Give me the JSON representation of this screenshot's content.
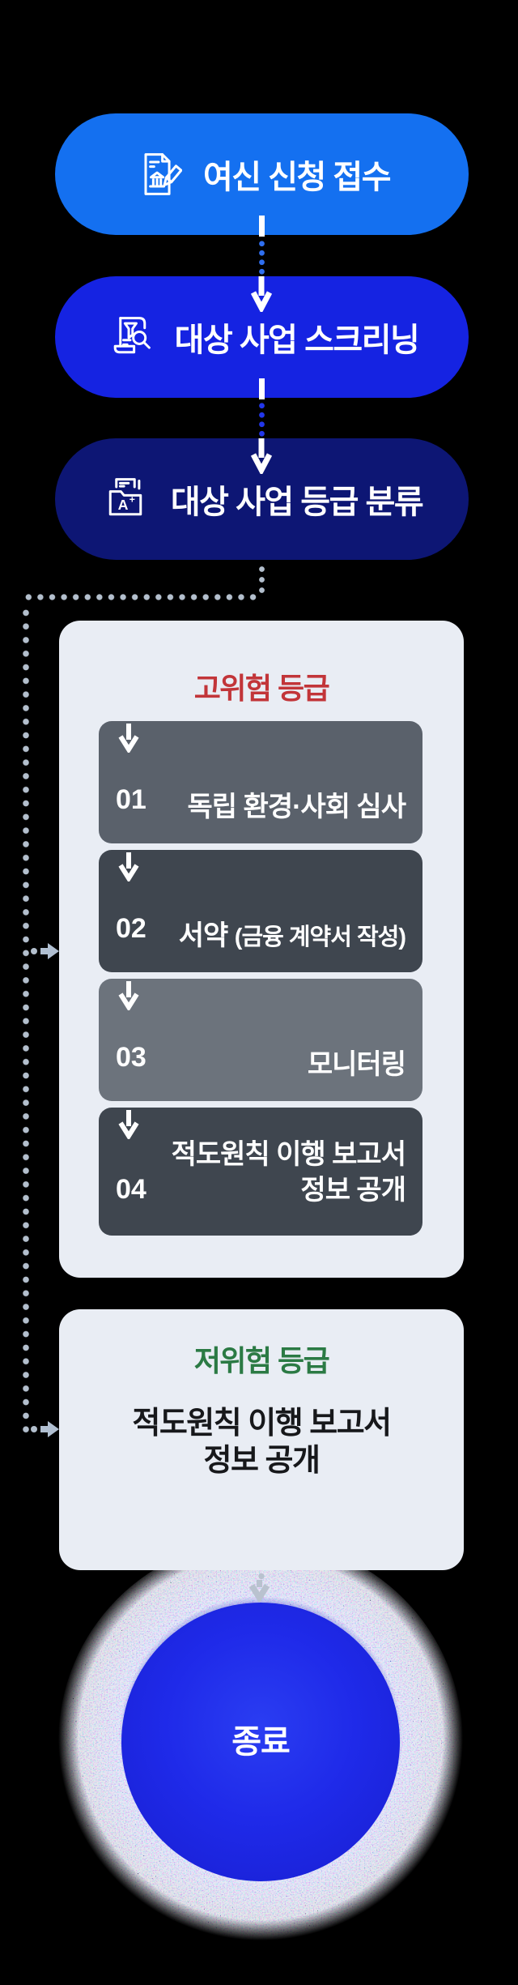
{
  "diagram": {
    "background_color": "#000000",
    "steps": [
      {
        "label": "여신 신청 접수",
        "icon": "document-bank-pencil-icon",
        "color": "#1470f0"
      },
      {
        "label": "대상 사업 스크리닝",
        "icon": "scroll-filter-magnifier-icon",
        "color": "#1523e2"
      },
      {
        "label": "대상 사업 등급 분류",
        "icon": "folder-grade-a-plus-icon",
        "color": "#0d1674"
      }
    ],
    "connectors": {
      "step_arrow_icon": "down-arrow-icon",
      "branch_arrow_icon": "right-arrow-icon",
      "end_arrow_icon": "down-chevron-icon",
      "dot_color": "#b3bfcd"
    },
    "high_risk": {
      "title": "고위험 등급",
      "title_color": "#c23539",
      "panel_color": "#e9edf4",
      "items": [
        {
          "no": "01",
          "label": "독립 환경·사회 심사",
          "color": "#5a616b"
        },
        {
          "no": "02",
          "label_main": "서약",
          "label_paren": "(금융 계약서 작성)",
          "color": "#3f464f"
        },
        {
          "no": "03",
          "label": "모니터링",
          "color": "#6c737c"
        },
        {
          "no": "04",
          "label_line1": "적도원칙 이행 보고서",
          "label_line2": "정보 공개",
          "color": "#3f464f"
        }
      ]
    },
    "low_risk": {
      "title": "저위험 등급",
      "title_color": "#2b7a44",
      "panel_color": "#e9edf4",
      "line1": "적도원칙 이행 보고서",
      "line2": "정보 공개"
    },
    "end": {
      "label": "종료",
      "color": "#1e2ae6"
    }
  }
}
